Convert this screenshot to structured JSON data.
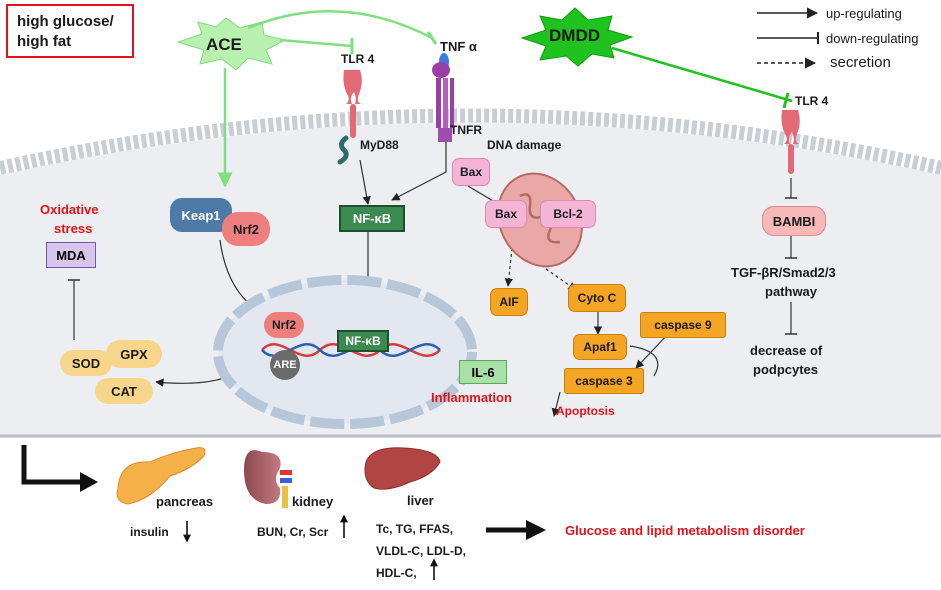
{
  "legend": {
    "up": "up-regulating",
    "down": "down-regulating",
    "secretion": "secretion"
  },
  "condition": "high glucose/\nhigh fat",
  "ace": "ACE",
  "dmdd": "DMDD",
  "receptors": {
    "tlr4_left": "TLR 4",
    "tnf": "TNF α",
    "tnfr": "TNFR",
    "myd88": "MyD88",
    "tlr4_right": "TLR 4"
  },
  "dna_damage": "DNA damage",
  "cyto": {
    "keap1": "Keap1",
    "nrf2": "Nrf2",
    "nfkb": "NF-κB",
    "bax_top": "Bax",
    "bax": "Bax",
    "bcl2": "Bcl-2",
    "aif": "AIF",
    "cytoc": "Cyto C",
    "apaf1": "Apaf1",
    "casp9": "caspase 9",
    "casp3": "caspase 3",
    "apoptosis": "Apoptosis",
    "bambi": "BAMBI",
    "tgf1": "TGF-βR/Smad2/3",
    "tgf2": "pathway",
    "dec1": "decrease of",
    "dec2": "podpcytes"
  },
  "oxidative": {
    "title1": "Oxidative",
    "title2": "stress",
    "mda": "MDA",
    "sod": "SOD",
    "gpx": "GPX",
    "cat": "CAT"
  },
  "nucleus": {
    "nrf2": "Nrf2",
    "are": "ARE",
    "nfkb": "NF-κB"
  },
  "il6": "IL-6",
  "inflammation": "Inflammation",
  "organs": {
    "pancreas": "pancreas",
    "insulin": "insulin",
    "kidney": "kidney",
    "kidney_markers": "BUN, Cr, Scr",
    "liver": "liver",
    "liver_l1": "Tc, TG, FFAS,",
    "liver_l2": "VLDL-C, LDL-D,",
    "liver_l3": "HDL-C,"
  },
  "outcome": "Glucose and lipid metabolism disorder"
}
